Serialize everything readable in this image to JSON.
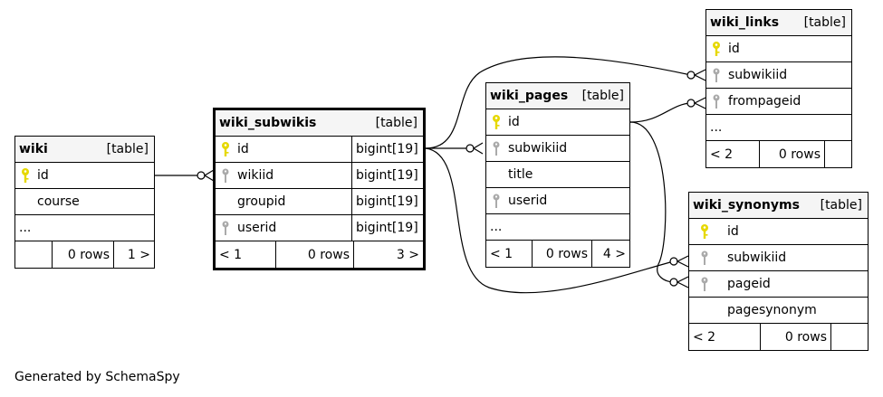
{
  "generated_by": "Generated by SchemaSpy",
  "colors": {
    "primary_key": "#e6d800",
    "foreign_key": "#aaaaaa",
    "header_bg": "#f5f5f5"
  },
  "tables": {
    "wiki": {
      "name": "wiki",
      "kind": "[table]",
      "columns": [
        {
          "name": "id",
          "key": "primary"
        },
        {
          "name": "course",
          "key": "none"
        }
      ],
      "ellipsis": "...",
      "footer": {
        "parents": "",
        "rows": "0 rows",
        "children": "1 >"
      }
    },
    "wiki_subwikis": {
      "name": "wiki_subwikis",
      "kind": "[table]",
      "columns": [
        {
          "name": "id",
          "type": "bigint[19]",
          "key": "primary"
        },
        {
          "name": "wikiid",
          "type": "bigint[19]",
          "key": "foreign"
        },
        {
          "name": "groupid",
          "type": "bigint[19]",
          "key": "none"
        },
        {
          "name": "userid",
          "type": "bigint[19]",
          "key": "foreign"
        }
      ],
      "footer": {
        "parents": "< 1",
        "rows": "0 rows",
        "children": "3 >"
      }
    },
    "wiki_pages": {
      "name": "wiki_pages",
      "kind": "[table]",
      "columns": [
        {
          "name": "id",
          "key": "primary"
        },
        {
          "name": "subwikiid",
          "key": "foreign"
        },
        {
          "name": "title",
          "key": "none"
        },
        {
          "name": "userid",
          "key": "foreign"
        }
      ],
      "ellipsis": "...",
      "footer": {
        "parents": "< 1",
        "rows": "0 rows",
        "children": "4 >"
      }
    },
    "wiki_links": {
      "name": "wiki_links",
      "kind": "[table]",
      "columns": [
        {
          "name": "id",
          "key": "primary"
        },
        {
          "name": "subwikiid",
          "key": "foreign"
        },
        {
          "name": "frompageid",
          "key": "foreign"
        }
      ],
      "ellipsis": "...",
      "footer": {
        "parents": "< 2",
        "rows": "0 rows",
        "children": ""
      }
    },
    "wiki_synonyms": {
      "name": "wiki_synonyms",
      "kind": "[table]",
      "columns": [
        {
          "name": "id",
          "key": "primary"
        },
        {
          "name": "subwikiid",
          "key": "foreign"
        },
        {
          "name": "pageid",
          "key": "foreign"
        },
        {
          "name": "pagesynonym",
          "key": "none"
        }
      ],
      "footer": {
        "parents": "< 2",
        "rows": "0 rows",
        "children": ""
      }
    }
  },
  "relationships": [
    {
      "from": "wiki.id",
      "to": "wiki_subwikis.wikiid",
      "cardinality": "zero-or-many"
    },
    {
      "from": "wiki_subwikis.id",
      "to": "wiki_pages.subwikiid",
      "cardinality": "zero-or-many"
    },
    {
      "from": "wiki_subwikis.id",
      "to": "wiki_links.subwikiid",
      "cardinality": "zero-or-many"
    },
    {
      "from": "wiki_subwikis.id",
      "to": "wiki_synonyms.subwikiid",
      "cardinality": "zero-or-many"
    },
    {
      "from": "wiki_pages.id",
      "to": "wiki_links.frompageid",
      "cardinality": "zero-or-many"
    },
    {
      "from": "wiki_pages.id",
      "to": "wiki_synonyms.pageid",
      "cardinality": "zero-or-many"
    }
  ]
}
